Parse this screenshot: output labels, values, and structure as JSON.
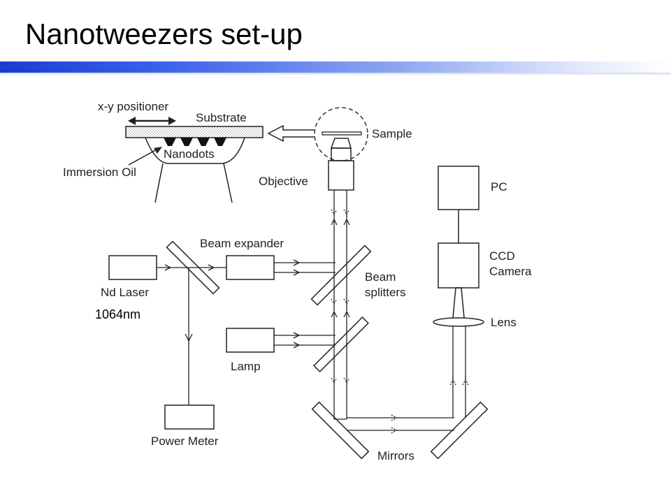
{
  "slide": {
    "title": "Nanotweezers set-up",
    "wavelength_label": "1064nm",
    "accent_color": "#1a3ccf"
  },
  "diagram": {
    "labels": {
      "xy_positioner": "x-y positioner",
      "substrate": "Substrate",
      "nanodots": "Nanodots",
      "immersion_oil": "Immersion Oil",
      "sample": "Sample",
      "objective": "Objective",
      "pc": "PC",
      "ccd_line1": "CCD",
      "ccd_line2": "Camera",
      "lens": "Lens",
      "beam_expander": "Beam expander",
      "beam_line1": "Beam",
      "beam_line2": "splitters",
      "nd_laser": "Nd Laser",
      "lamp": "Lamp",
      "power_meter": "Power Meter",
      "mirrors": "Mirrors"
    }
  }
}
